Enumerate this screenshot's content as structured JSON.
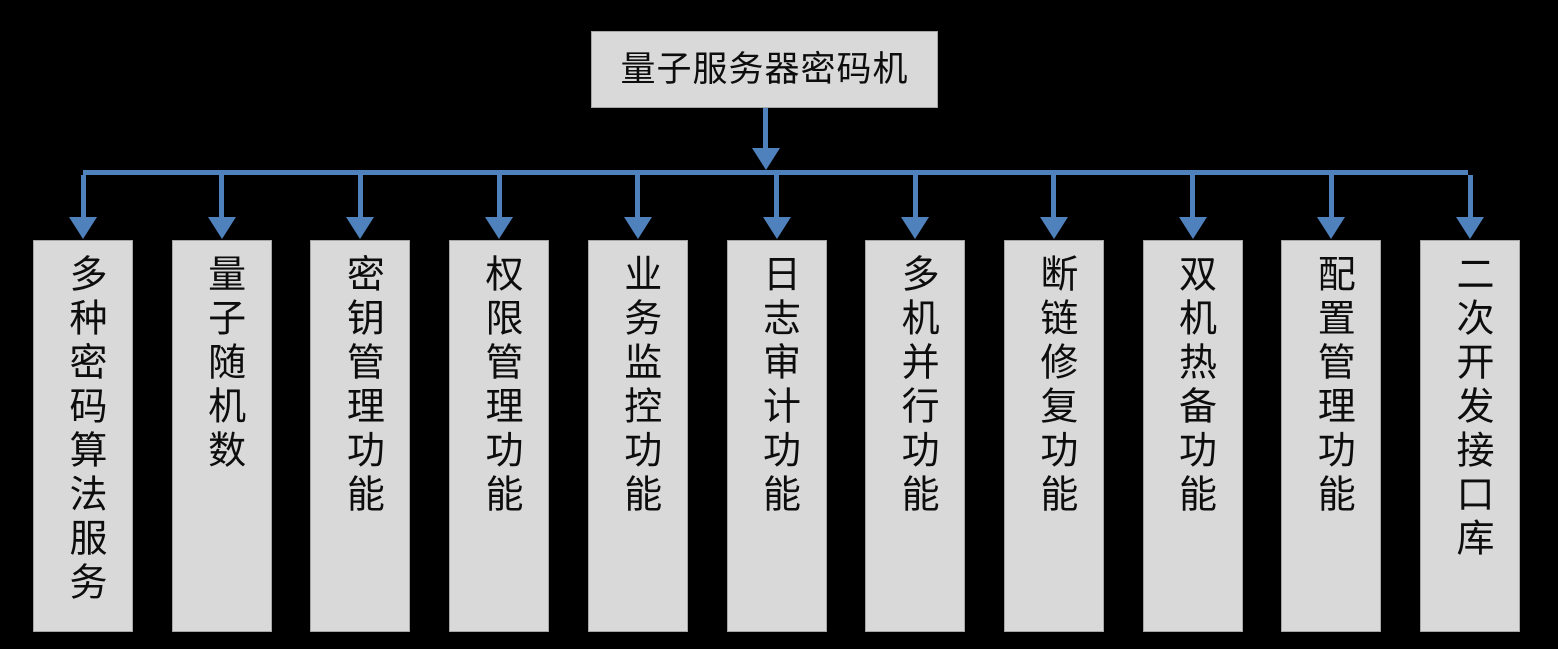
{
  "diagram": {
    "type": "hierarchy-tree",
    "orientation": "top-down-bus",
    "accent_color": "#4F81BD",
    "node_fill_color": "#D9D9D9",
    "node_border_color": "#A6A6A6",
    "text_color": "#0D0D0D",
    "background_color": "#000000",
    "root": {
      "label": "量子服务器密码机"
    },
    "children": [
      {
        "label": "多种密码算法服务"
      },
      {
        "label": "量子随机数"
      },
      {
        "label": "密钥管理功能"
      },
      {
        "label": "权限管理功能"
      },
      {
        "label": "业务监控功能"
      },
      {
        "label": "日志审计功能"
      },
      {
        "label": "多机并行功能"
      },
      {
        "label": "断链修复功能"
      },
      {
        "label": "双机热备功能"
      },
      {
        "label": "配置管理功能"
      },
      {
        "label": "二次开发接口库"
      }
    ]
  }
}
